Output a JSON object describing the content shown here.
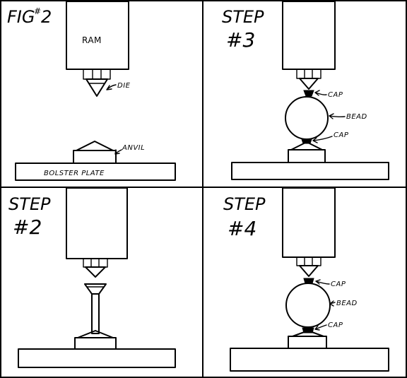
{
  "panels": {
    "fig2": {
      "title": "FIG",
      "title_mark": "#",
      "title_num": "2",
      "labels": {
        "ram": "RAM",
        "die": "DIE",
        "anvil": "ANVIL",
        "bolster_plate": "BOLSTER PLATE"
      }
    },
    "step3": {
      "step": "STEP",
      "number": "#3",
      "labels": {
        "cap_top": "CAP",
        "bead": "BEAD",
        "cap_bottom": "CAP"
      }
    },
    "step2": {
      "step": "STEP",
      "number": "#2"
    },
    "step4": {
      "step": "STEP",
      "number": "#4",
      "labels": {
        "cap_top": "CAP",
        "bead": "BEAD",
        "cap_bottom": "CAP"
      }
    }
  }
}
